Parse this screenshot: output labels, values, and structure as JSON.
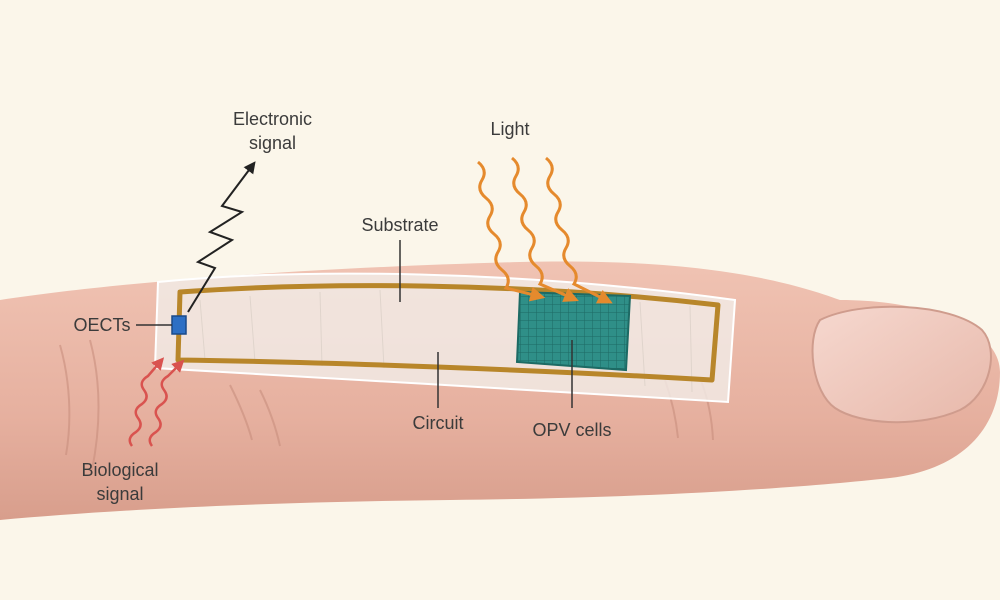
{
  "labels": {
    "electronic_signal": "Electronic\nsignal",
    "light": "Light",
    "substrate": "Substrate",
    "oects": "OECTs",
    "circuit": "Circuit",
    "opv_cells": "OPV cells",
    "biological_signal": "Biological\nsignal"
  },
  "colors": {
    "background": "#fbf6ea",
    "skin": "#e9b7a6",
    "skin_shadow": "#d79f8e",
    "nail": "#f1ccc0",
    "substrate": "#f2ece6",
    "circuit": "#b8862a",
    "opv": "#2f8f88",
    "oect": "#2d6fc4",
    "light_arrows": "#e58a2d",
    "bio_arrows": "#d9534f",
    "signal_line": "#222222",
    "label_text": "#3b3b3b"
  }
}
